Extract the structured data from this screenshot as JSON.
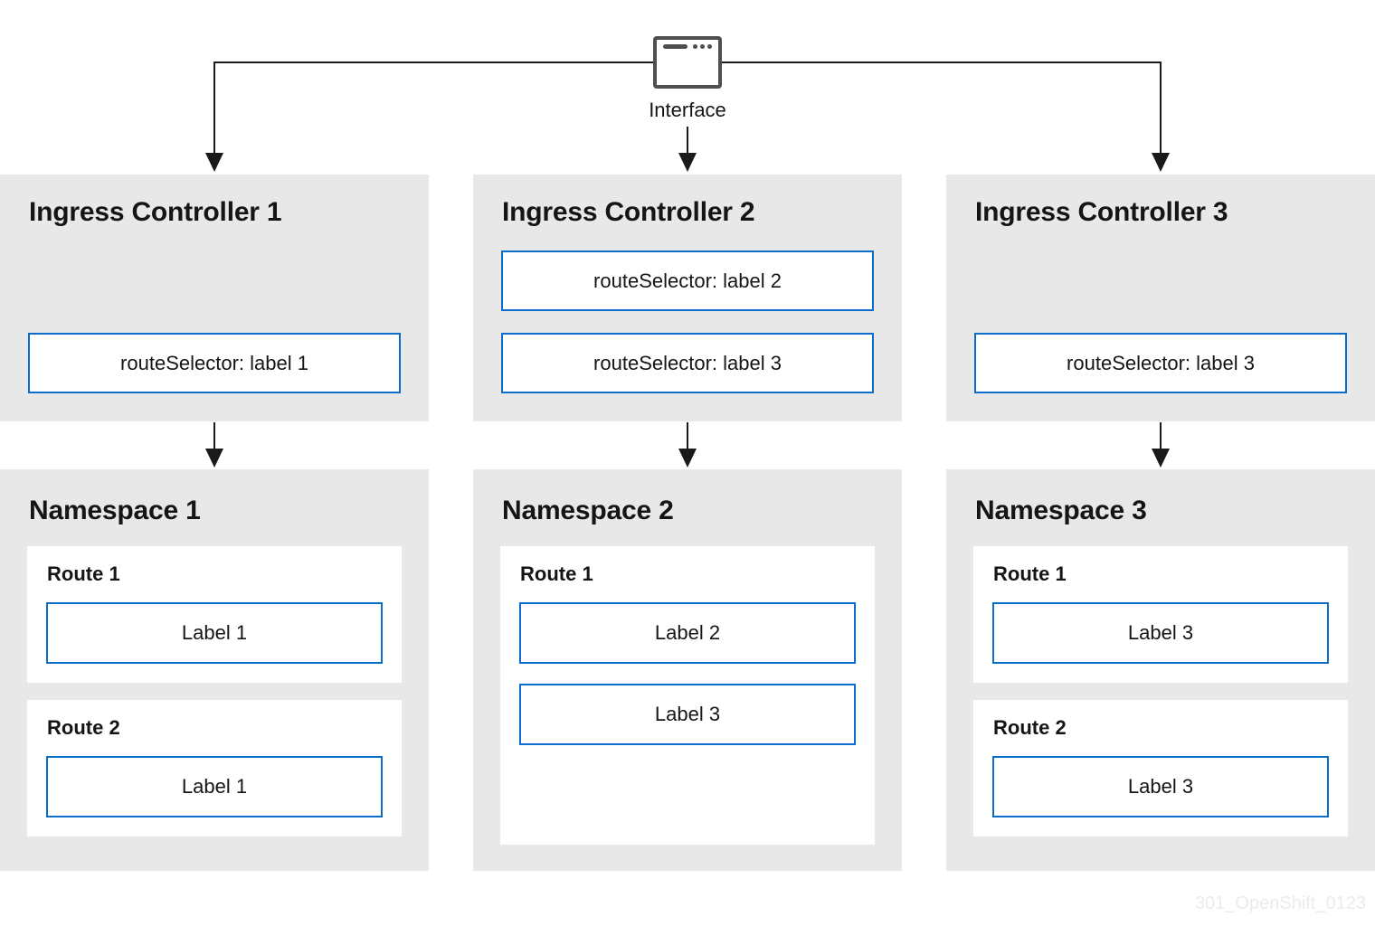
{
  "interface": {
    "label": "Interface"
  },
  "colors": {
    "accent_blue": "#0b6cc9",
    "panel_gray": "#e8e8e8",
    "icon_gray": "#4f4f4f",
    "line_black": "#1a1a1a",
    "text": "#151515",
    "watermark_gray": "#ebebeb"
  },
  "icons": {
    "interface": "browser-window-icon",
    "arrows": "solid-down-arrowheads"
  },
  "controllers": [
    {
      "title": "Ingress Controller 1",
      "selectors": [
        "routeSelector: label 1"
      ]
    },
    {
      "title": "Ingress Controller 2",
      "selectors": [
        "routeSelector: label 2",
        "routeSelector: label 3"
      ]
    },
    {
      "title": "Ingress Controller 3",
      "selectors": [
        "routeSelector: label 3"
      ]
    }
  ],
  "namespaces": [
    {
      "title": "Namespace 1",
      "routes": [
        {
          "title": "Route 1",
          "labels": [
            "Label 1"
          ]
        },
        {
          "title": "Route 2",
          "labels": [
            "Label 1"
          ]
        }
      ]
    },
    {
      "title": "Namespace 2",
      "routes": [
        {
          "title": "Route 1",
          "labels": [
            "Label 2",
            "Label 3"
          ]
        }
      ]
    },
    {
      "title": "Namespace 3",
      "routes": [
        {
          "title": "Route 1",
          "labels": [
            "Label 3"
          ]
        },
        {
          "title": "Route 2",
          "labels": [
            "Label 3"
          ]
        }
      ]
    }
  ],
  "watermark": "301_OpenShift_0123"
}
